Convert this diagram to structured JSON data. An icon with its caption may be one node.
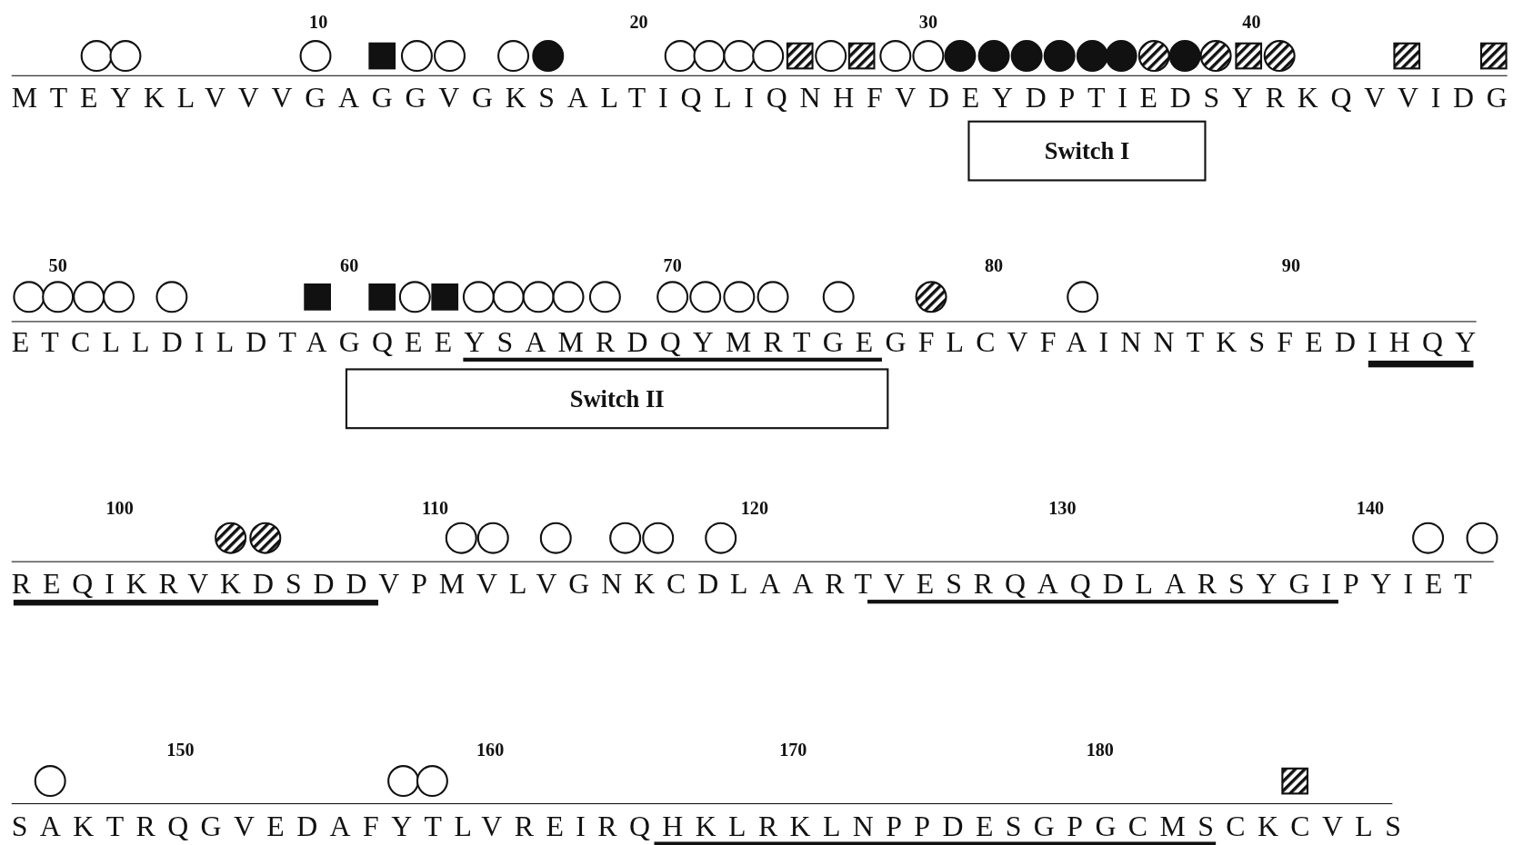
{
  "diagram": {
    "nodes": [
      {
        "text": [
          "Switch I"
        ]
      },
      {
        "text": [
          "Switch II"
        ]
      }
    ],
    "edges": [],
    "labels": [
      "10",
      "20",
      "30",
      "40",
      "MTEYKLVVVGAGGVGKSALTIQLIQNHFVDEYDPTIEDSYRKQVVIDG",
      "50",
      "60",
      "70",
      "80",
      "90",
      "ETCLLDILDTAGQEEYSAMRDQYMRTGEGFLCVFAINNTKSFEDIHQY",
      "100",
      "110",
      "120",
      "130",
      "140",
      "REQIKRVKDSDDVPMVLVGNKCDLAARTVESRQAQDLARSYGIPYIET",
      "150",
      "160",
      "170",
      "180",
      "SAKTRQGVEDAFYTLVREIRQHKLRKLNPPDESGPGCMSCKCVLS"
    ]
  }
}
